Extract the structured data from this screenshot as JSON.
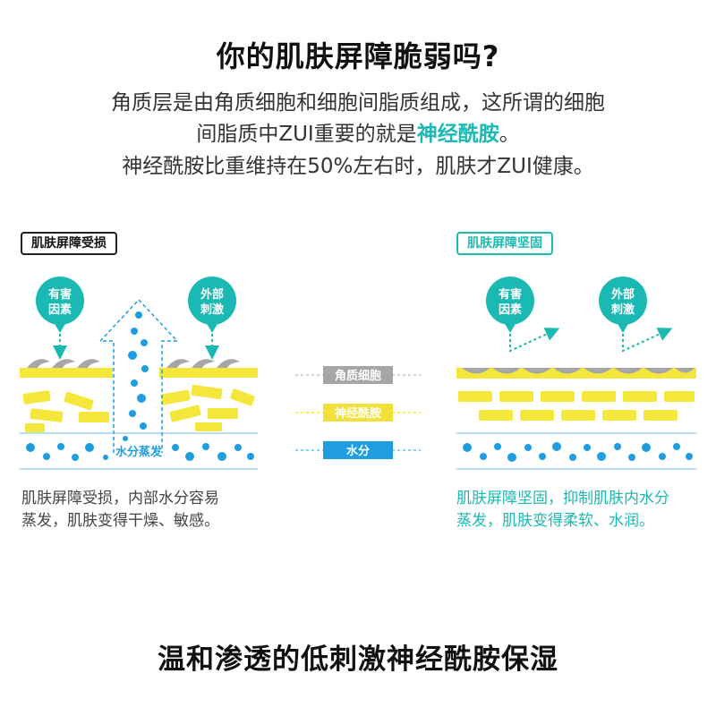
{
  "title": "你的肌肤屏障脆弱吗?",
  "intro": {
    "line1": "角质层是由角质细胞和细胞间脂质组成，这所谓的细胞",
    "line2_pre": "间脂质中ZUI重要的就是",
    "line2_highlight": "神经酰胺",
    "line2_post": "。",
    "line3": "神经酰胺比重维持在50%左右时，肌肤才ZUI健康。"
  },
  "left_panel": {
    "tag": "肌肤屏障受损",
    "bubble1": [
      "有害",
      "因素"
    ],
    "bubble2": [
      "外部",
      "刺激"
    ],
    "water_label": "水分蒸发",
    "caption": [
      "肌肤屏障受损，内部水分容易",
      "蒸发，肌肤变得干燥、敏感。"
    ]
  },
  "right_panel": {
    "tag": "肌肤屏障坚固",
    "bubble1": [
      "有害",
      "因素"
    ],
    "bubble2": [
      "外部",
      "刺激"
    ],
    "caption": [
      "肌肤屏障坚固，抑制肌肤内水分",
      "蒸发，肌肤变得柔软、水润。"
    ]
  },
  "legend": [
    {
      "label": "角质细胞",
      "color": "#a6a6a6"
    },
    {
      "label": "神经酰胺",
      "color": "#f0e23a"
    },
    {
      "label": "水分",
      "color": "#1e9ee0"
    }
  ],
  "bottom_title": "温和渗透的低刺激神经酰胺保湿",
  "colors": {
    "teal": "#1bb9b4",
    "yellow": "#f5e63c",
    "blue": "#1e9ee0",
    "gray": "#a6a6a6"
  }
}
